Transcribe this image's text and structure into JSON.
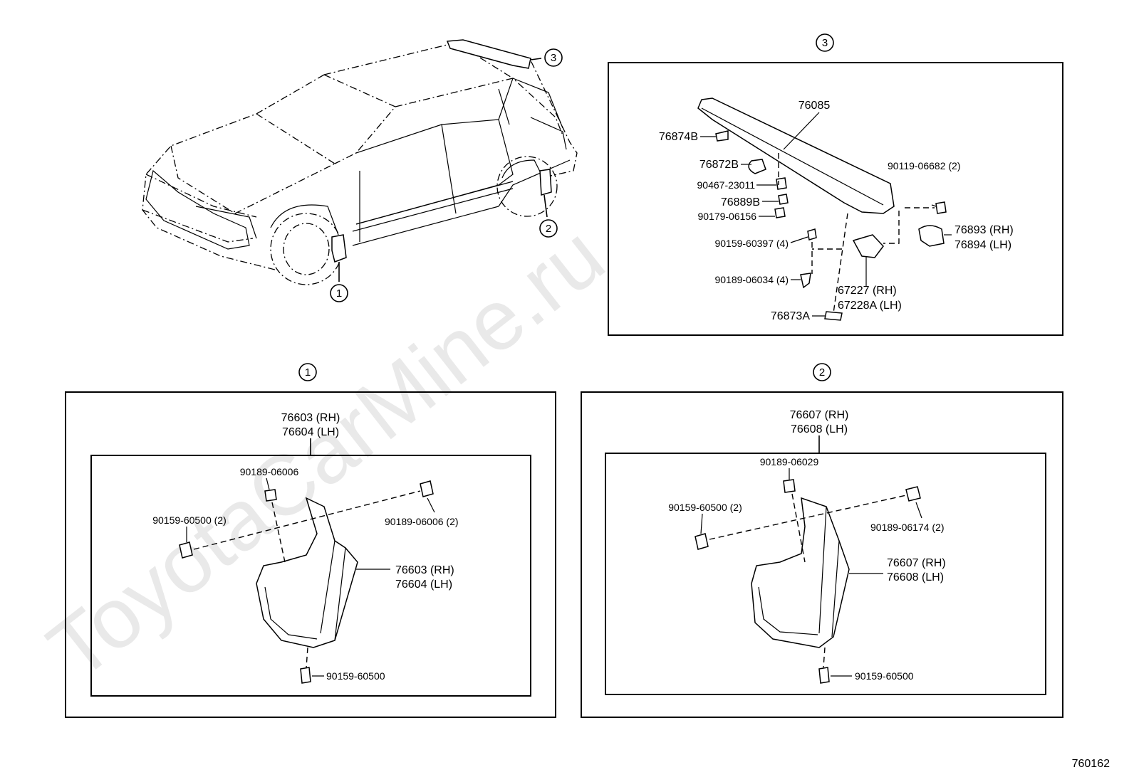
{
  "watermark": "ToyotaCarMine.ru",
  "diagram_code": "760162",
  "overview": {
    "callouts": {
      "c1": "1",
      "c2": "2",
      "c3": "3"
    }
  },
  "panel3": {
    "marker": "3",
    "labels": {
      "spoiler": "76085",
      "p76874B": "76874B",
      "p76872B": "76872B",
      "p90467": "90467-23011",
      "p76889B": "76889B",
      "p90179": "90179-06156",
      "p90159": "90159-60397 (4)",
      "p90189": "90189-06034 (4)",
      "p76873A": "76873A",
      "p90119": "90119-06682 (2)",
      "p76893": "76893 (RH)",
      "p76894": "76894 (LH)",
      "p67227": "67227  (RH)",
      "p67228A": "67228A (LH)"
    }
  },
  "panel1": {
    "marker": "1",
    "outer_rh": "76603 (RH)",
    "outer_lh": "76604 (LH)",
    "labels": {
      "clip_top": "90189-06006",
      "screw_left": "90159-60500 (2)",
      "clip_right": "90189-06006 (2)",
      "flap_rh": "76603 (RH)",
      "flap_lh": "76604 (LH)",
      "screw_bottom": "90159-60500"
    }
  },
  "panel2": {
    "marker": "2",
    "outer_rh": "76607 (RH)",
    "outer_lh": "76608 (LH)",
    "labels": {
      "clip_top": "90189-06029",
      "screw_left": "90159-60500 (2)",
      "clip_right": "90189-06174 (2)",
      "flap_rh": "76607 (RH)",
      "flap_lh": "76608 (LH)",
      "screw_bottom": "90159-60500"
    }
  }
}
